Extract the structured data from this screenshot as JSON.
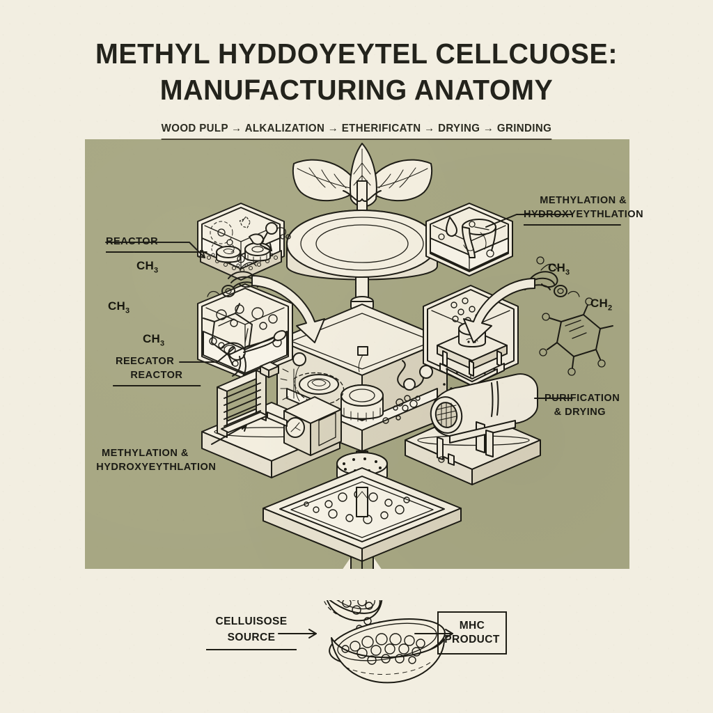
{
  "header": {
    "title_line1": "METHYL HYDDOYEYTEL CELLCUOSE:",
    "title_line2": "MANUFACTURING ANATOMY",
    "subtitle": "WOOD PULP → ALKALIZATION → ETHERIFICATN → DRYING → GRINDING"
  },
  "panel": {
    "background_color": "#a7a783",
    "page_background_color": "#f2eee1",
    "ink_color": "#1c1b14",
    "paper_fill_color": "#f4efe0"
  },
  "labels": {
    "reactor_top": "REACTOR",
    "reecator_line1": "REECATOR",
    "reecator_line2": "REACTOR",
    "methylation_left_line1": "METHYLATION &",
    "methylation_left_line2": "HYDROXYEYTHLATION",
    "methylation_right_line1": "METHYLATION &",
    "methylation_right_line2": "HYDROXYEYTHLATION",
    "purification_line1": "PURIFICATION",
    "purification_line2": "& DRYING"
  },
  "chemistry": {
    "left_top": "CH",
    "left_top_sub": "3",
    "left_ring_left": "CH",
    "left_ring_left_sub": "3",
    "left_ring_bottom": "CH",
    "left_ring_bottom_sub": "3",
    "right_top": "CH",
    "right_top_sub": "3",
    "right_ring": "CH",
    "right_ring_sub": "2"
  },
  "bottom_flow": {
    "source_line1": "CELLUISOSE",
    "source_line2": "SOURCE",
    "product_line1": "MHC",
    "product_line2": "PRODUCT",
    "arrow_glyph": "→"
  }
}
